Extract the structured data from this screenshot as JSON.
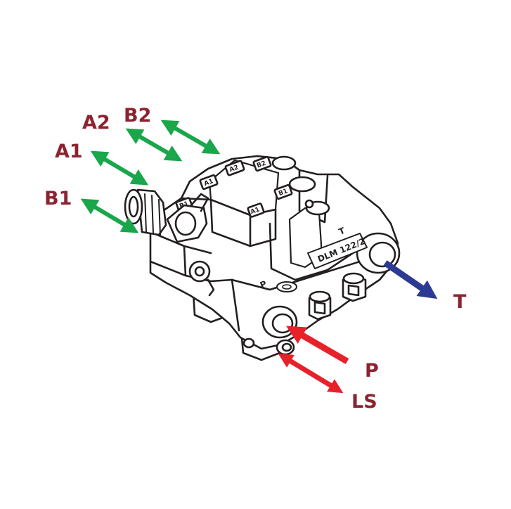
{
  "diagram": {
    "model_text": "DLM 122/2",
    "face_labels": {
      "p": "P",
      "t": "T"
    },
    "stamps": [
      "B2",
      "A2",
      "A1",
      "B1",
      "A1",
      "B1"
    ],
    "colors": {
      "label": "#8b2331",
      "work_arrow": "#1aa64a",
      "pressure_arrow": "#e8202a",
      "tank_arrow": "#2b3a92",
      "outline": "#231f20"
    },
    "ports": [
      {
        "id": "A2",
        "label": "A2",
        "arrow_color": "#1aa64a",
        "arrow_type": "bidirectional",
        "flow": "work"
      },
      {
        "id": "B2",
        "label": "B2",
        "arrow_color": "#1aa64a",
        "arrow_type": "bidirectional",
        "flow": "work"
      },
      {
        "id": "A1",
        "label": "A1",
        "arrow_color": "#1aa64a",
        "arrow_type": "bidirectional",
        "flow": "work"
      },
      {
        "id": "B1",
        "label": "B1",
        "arrow_color": "#1aa64a",
        "arrow_type": "bidirectional",
        "flow": "work"
      },
      {
        "id": "T",
        "label": "T",
        "arrow_color": "#2b3a92",
        "arrow_type": "out",
        "flow": "tank"
      },
      {
        "id": "P",
        "label": "P",
        "arrow_color": "#e8202a",
        "arrow_type": "in",
        "flow": "pressure"
      },
      {
        "id": "LS",
        "label": "LS",
        "arrow_color": "#e8202a",
        "arrow_type": "bidirectional",
        "flow": "load-sense"
      }
    ]
  }
}
